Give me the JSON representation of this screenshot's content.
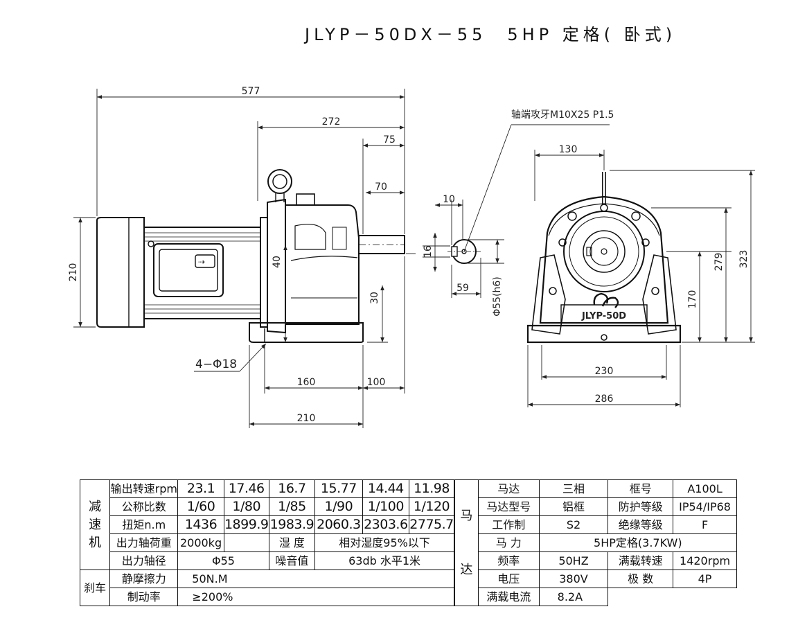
{
  "title": "JLYP－50DX－55　5HP 定格( 卧式)",
  "dimensions": {
    "d577": "577",
    "d272": "272",
    "d75": "75",
    "d70": "70",
    "d210v": "210",
    "d40": "40",
    "d30": "30",
    "hole": "4−Φ18",
    "d160": "160",
    "d100": "100",
    "d210h": "210",
    "tap": "轴端攻牙M10X25 P1.5",
    "d10": "10",
    "d16": "16",
    "d59": "59",
    "shaft_dia": "Φ55(h6)",
    "d130": "130",
    "d279": "279",
    "d323": "323",
    "d170": "170",
    "d230": "230",
    "d286": "286"
  },
  "logo_text": "JLYP-50D",
  "reducer_table": {
    "group_label": "减\n速\n机",
    "rows": [
      {
        "label": "输出转速rpm",
        "values": [
          "23.1",
          "17.46",
          "16.7",
          "15.77",
          "14.44",
          "11.98"
        ]
      },
      {
        "label": "公称比数",
        "values": [
          "1/60",
          "1/80",
          "1/85",
          "1/90",
          "1/100",
          "1/120"
        ]
      },
      {
        "label": "扭矩n.m",
        "values": [
          "1436",
          "1899.9",
          "1983.9",
          "2060.3",
          "2303.6",
          "2775.7"
        ]
      }
    ],
    "load_label": "出力轴荷重",
    "load_value": "2000kg",
    "humidity_label": "湿 度",
    "humidity_value": "相对湿度95%以下",
    "shaft_label": "出力轴径",
    "shaft_value": "Φ55",
    "noise_label": "噪音值",
    "noise_value": "63db 水平1米"
  },
  "brake_table": {
    "group_label": "刹车",
    "rows": [
      {
        "label": "静摩擦力",
        "value": "50N.M"
      },
      {
        "label": "制动率",
        "value": "≥200%"
      }
    ]
  },
  "motor_table": {
    "group_label": "马\n\n\n达",
    "rows": [
      [
        "马达",
        "三相",
        "框号",
        "A100L"
      ],
      [
        "马达型号",
        "铝框",
        "防护等级",
        "IP54/IP68"
      ],
      [
        "工作制",
        "S2",
        "绝缘等级",
        "F"
      ]
    ],
    "power_label": "马 力",
    "power_value": "5HP定格(3.7KW)",
    "rows2": [
      [
        "频率",
        "50HZ",
        "满载转速",
        "1420rpm"
      ],
      [
        "电压",
        "380V",
        "极 数",
        "4P"
      ]
    ],
    "current_label": "满载电流",
    "current_value": "8.2A"
  }
}
